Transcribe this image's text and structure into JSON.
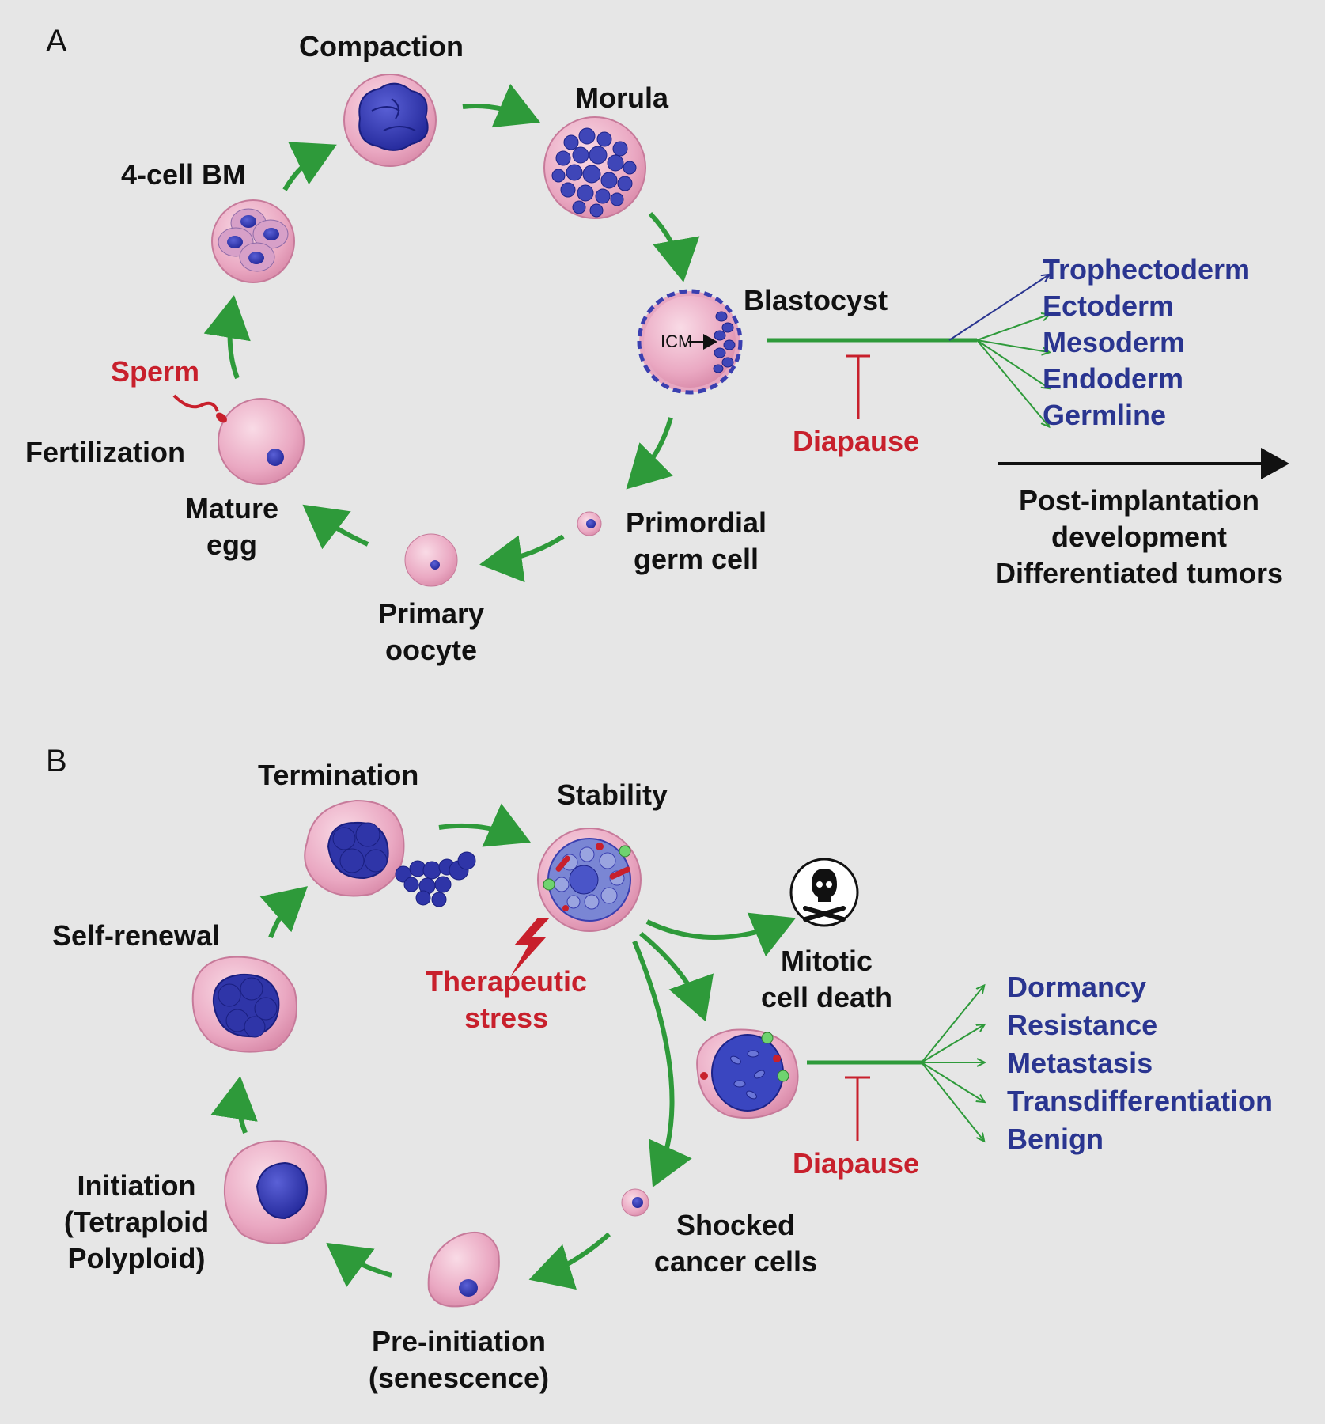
{
  "panel_a": {
    "letter": "A",
    "compaction": "Compaction",
    "morula": "Morula",
    "four_cell": "4-cell BM",
    "blastocyst": "Blastocyst",
    "icm": "ICM",
    "sperm": "Sperm",
    "fertilization": "Fertilization",
    "mature_egg": [
      "Mature",
      "egg"
    ],
    "primary_oocyte": [
      "Primary",
      "oocyte"
    ],
    "primordial": [
      "Primordial",
      "germ cell"
    ],
    "diapause": "Diapause",
    "fates": [
      "Trophectoderm",
      "Ectoderm",
      "Mesoderm",
      "Endoderm",
      "Germline"
    ],
    "outcome": [
      "Post-implantation",
      "development",
      "Differentiated tumors"
    ]
  },
  "panel_b": {
    "letter": "B",
    "termination": "Termination",
    "stability": "Stability",
    "self_renewal": "Self-renewal",
    "therapeutic": [
      "Therapeutic",
      "stress"
    ],
    "mitotic": [
      "Mitotic",
      "cell death"
    ],
    "fates": [
      "Dormancy",
      "Resistance",
      "Metastasis",
      "Transdifferentiation",
      "Benign"
    ],
    "diapause": "Diapause",
    "initiation": [
      "Initiation",
      "(Tetraploid",
      "Polyploid)"
    ],
    "shocked": [
      "Shocked",
      "cancer cells"
    ],
    "pre_initiation": [
      "Pre-initiation",
      "(senescence)"
    ]
  },
  "colors": {
    "arrow_green": "#2e9a3a",
    "inhibit_red": "#c8202c",
    "fate_blue": "#2a3590",
    "cell_pink": "#e9a6c0",
    "nucleus_blue": "#3a3fb0"
  }
}
